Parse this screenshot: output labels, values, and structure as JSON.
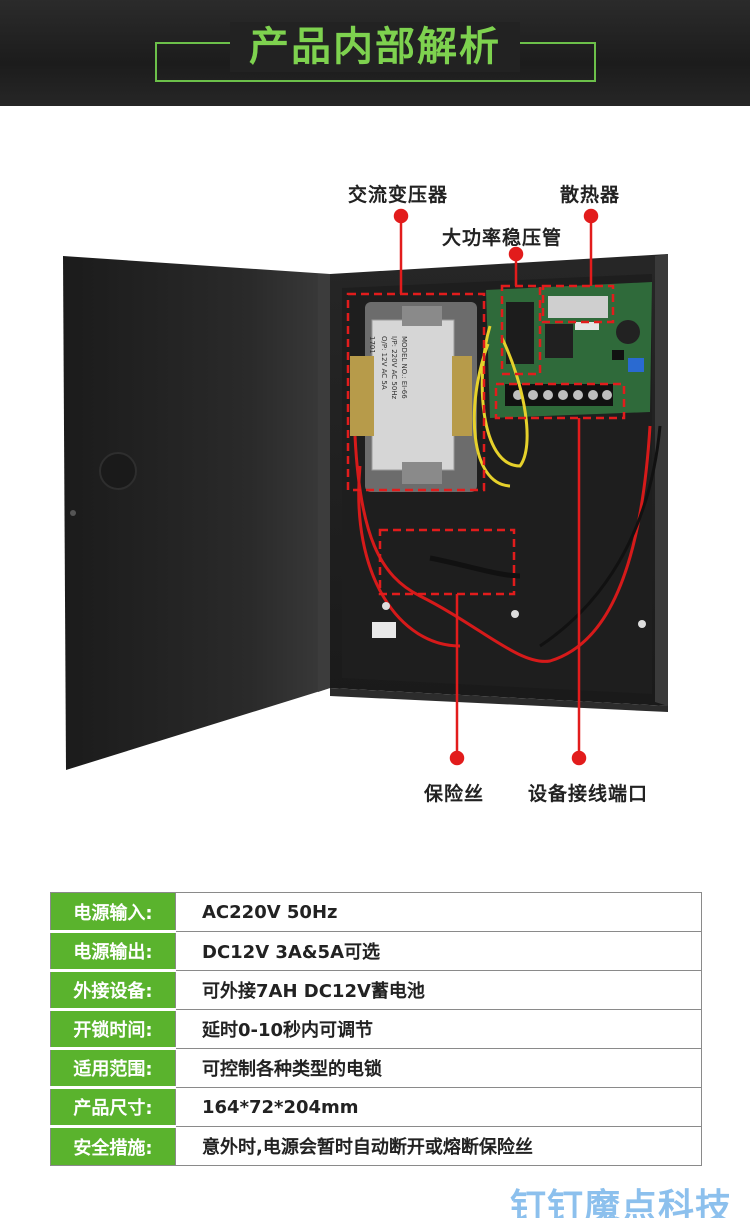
{
  "header": {
    "title": "产品内部解析"
  },
  "callouts": {
    "transformer": "交流变压器",
    "heatsink": "散热器",
    "regulator": "大功率稳压管",
    "fuse": "保险丝",
    "terminal": "设备接线端口"
  },
  "transformer_label": {
    "line1": "MODEL NO.: EI-66",
    "line2": "I/P: 220V AC 50Hz",
    "line3": "O/P: 12V AC 5A",
    "line4": "1701"
  },
  "specs": [
    {
      "key": "电源输入:",
      "value": "AC220V  50Hz"
    },
    {
      "key": "电源输出:",
      "value": "DC12V   3A&5A可选"
    },
    {
      "key": "外接设备:",
      "value": "可外接7AH DC12V蓄电池"
    },
    {
      "key": "开锁时间:",
      "value": "延时0-10秒内可调节"
    },
    {
      "key": "适用范围:",
      "value": "可控制各种类型的电锁"
    },
    {
      "key": "产品尺寸:",
      "value": "164*72*204mm"
    },
    {
      "key": "安全措施:",
      "value": "意外时,电源会暂时自动断开或熔断保险丝"
    }
  ],
  "watermark": "钉钉魔点科技",
  "colors": {
    "accent_green": "#5ab32d",
    "title_green": "#7ed24f",
    "callout_red": "#e21c1c"
  }
}
